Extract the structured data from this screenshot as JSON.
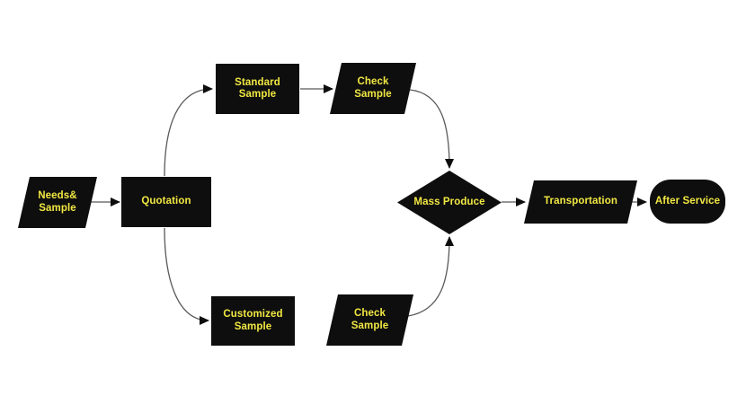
{
  "diagram": {
    "type": "flowchart",
    "background_color": "#ffffff",
    "colors": {
      "node_fill": "#0e0e0e",
      "label_text": "#F2E843",
      "connector_line": "#595959",
      "arrowhead": "#0d0d0d"
    },
    "nodes": [
      {
        "id": "needs-sample",
        "shape": "parallelogram",
        "label": "Needs&\nSample"
      },
      {
        "id": "quotation",
        "shape": "rectangle",
        "label": "Quotation"
      },
      {
        "id": "standard-sample",
        "shape": "rectangle",
        "label": "Standard\nSample"
      },
      {
        "id": "check-sample-top",
        "shape": "parallelogram",
        "label": "Check\nSample"
      },
      {
        "id": "customized-sample",
        "shape": "rectangle",
        "label": "Customized\nSample"
      },
      {
        "id": "check-sample-bottom",
        "shape": "parallelogram",
        "label": "Check\nSample"
      },
      {
        "id": "mass-produce",
        "shape": "diamond",
        "label": "Mass Produce"
      },
      {
        "id": "transportation",
        "shape": "parallelogram",
        "label": "Transportation"
      },
      {
        "id": "after-service",
        "shape": "terminator",
        "label": "After Service"
      }
    ],
    "edges": [
      {
        "from": "needs-sample",
        "to": "quotation"
      },
      {
        "from": "quotation",
        "to": "standard-sample"
      },
      {
        "from": "quotation",
        "to": "customized-sample"
      },
      {
        "from": "standard-sample",
        "to": "check-sample-top"
      },
      {
        "from": "customized-sample",
        "to": "check-sample-bottom"
      },
      {
        "from": "check-sample-top",
        "to": "mass-produce"
      },
      {
        "from": "check-sample-bottom",
        "to": "mass-produce"
      },
      {
        "from": "mass-produce",
        "to": "transportation"
      },
      {
        "from": "transportation",
        "to": "after-service"
      }
    ]
  }
}
